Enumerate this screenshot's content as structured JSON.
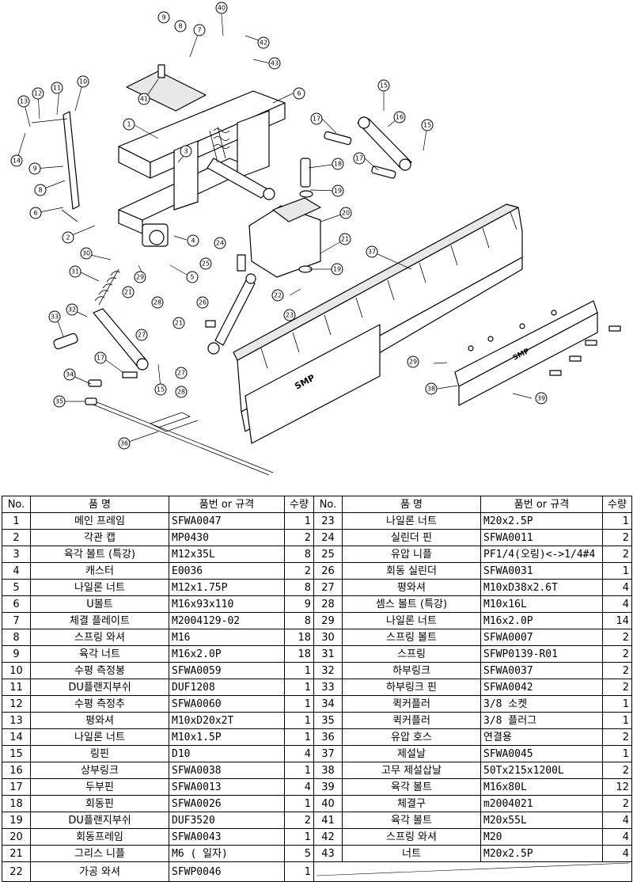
{
  "diagram": {
    "logo_text": "SMP"
  },
  "table": {
    "headers": {
      "no": "No.",
      "name": "품   명",
      "code": "품번 or 규격",
      "qty": "수량"
    },
    "rows": [
      {
        "no": "1",
        "name": "메인 프레임",
        "code": "SFWA0047",
        "qty": "1"
      },
      {
        "no": "2",
        "name": "각관 캡",
        "code": "MP0430",
        "qty": "2"
      },
      {
        "no": "3",
        "name": "육각 볼트 (특강)",
        "code": "M12x35L",
        "qty": "8"
      },
      {
        "no": "4",
        "name": "캐스터",
        "code": "E0036",
        "qty": "2"
      },
      {
        "no": "5",
        "name": "나일론 너트",
        "code": "M12x1.75P",
        "qty": "8"
      },
      {
        "no": "6",
        "name": "U볼트",
        "code": "M16x93x110",
        "qty": "9"
      },
      {
        "no": "7",
        "name": "체결 플레이트",
        "code": "M2004129-02",
        "qty": "8"
      },
      {
        "no": "8",
        "name": "스프링 와셔",
        "code": "M16",
        "qty": "18"
      },
      {
        "no": "9",
        "name": "육각 너트",
        "code": "M16x2.0P",
        "qty": "18"
      },
      {
        "no": "10",
        "name": "수평 측정봉",
        "code": "SFWA0059",
        "qty": "1"
      },
      {
        "no": "11",
        "name": "DU플랜지부쉬",
        "code": "DUF1208",
        "qty": "1"
      },
      {
        "no": "12",
        "name": "수평 측정추",
        "code": "SFWA0060",
        "qty": "1"
      },
      {
        "no": "13",
        "name": "평와셔",
        "code": "M10xD20x2T",
        "qty": "1"
      },
      {
        "no": "14",
        "name": "나일론 너트",
        "code": "M10x1.5P",
        "qty": "1"
      },
      {
        "no": "15",
        "name": "링핀",
        "code": "D10",
        "qty": "4"
      },
      {
        "no": "16",
        "name": "상부링크",
        "code": "SFWA0038",
        "qty": "1"
      },
      {
        "no": "17",
        "name": "두부핀",
        "code": "SFWA0013",
        "qty": "4"
      },
      {
        "no": "18",
        "name": "회동핀",
        "code": "SFWA0026",
        "qty": "1"
      },
      {
        "no": "19",
        "name": "DU플랜지부쉬",
        "code": "DUF3520",
        "qty": "2"
      },
      {
        "no": "20",
        "name": "회동프레임",
        "code": "SFWA0043",
        "qty": "1"
      },
      {
        "no": "21",
        "name": "그리스 니플",
        "code": "M6 ( 일자)",
        "qty": "5"
      },
      {
        "no": "22",
        "name": "가공 와셔",
        "code": "SFWP0046",
        "qty": "1"
      }
    ],
    "rows_right": [
      {
        "no": "23",
        "name": "나일론 너트",
        "code": "M20x2.5P",
        "qty": "1"
      },
      {
        "no": "24",
        "name": "실린더 핀",
        "code": "SFWA0011",
        "qty": "2"
      },
      {
        "no": "25",
        "name": "유압 니플",
        "code": "PF1/4(오링)<->1/4#4",
        "qty": "2"
      },
      {
        "no": "26",
        "name": "회동 실린더",
        "code": "SFWA0031",
        "qty": "1"
      },
      {
        "no": "27",
        "name": "평와셔",
        "code": "M10xD38x2.6T",
        "qty": "4"
      },
      {
        "no": "28",
        "name": "셈스 볼트 (특강)",
        "code": "M10x16L",
        "qty": "4"
      },
      {
        "no": "29",
        "name": "나일론 너트",
        "code": "M16x2.0P",
        "qty": "14"
      },
      {
        "no": "30",
        "name": "스프링 볼트",
        "code": "SFWA0007",
        "qty": "2"
      },
      {
        "no": "31",
        "name": "스프링",
        "code": "SFWP0139-R01",
        "qty": "2"
      },
      {
        "no": "32",
        "name": "하부링크",
        "code": "SFWA0037",
        "qty": "2"
      },
      {
        "no": "33",
        "name": "하부링크 핀",
        "code": "SFWA0042",
        "qty": "2"
      },
      {
        "no": "34",
        "name": "퀵커플러",
        "code": "3/8 소켓",
        "qty": "1"
      },
      {
        "no": "35",
        "name": "퀵커플러",
        "code": "3/8 플러그",
        "qty": "1"
      },
      {
        "no": "36",
        "name": "유압 호스",
        "code": "연결용",
        "qty": "2"
      },
      {
        "no": "37",
        "name": "제설날",
        "code": "SFWA0045",
        "qty": "1"
      },
      {
        "no": "38",
        "name": "고무 제설삽날",
        "code": "50Tx215x1200L",
        "qty": "2"
      },
      {
        "no": "39",
        "name": "육각 볼트",
        "code": "M16x80L",
        "qty": "12"
      },
      {
        "no": "40",
        "name": "체결구",
        "code": "m2004021",
        "qty": "2"
      },
      {
        "no": "41",
        "name": "육각 볼트",
        "code": "M20x55L",
        "qty": "4"
      },
      {
        "no": "42",
        "name": "스프링 와셔",
        "code": "M20",
        "qty": "4"
      },
      {
        "no": "43",
        "name": "너트",
        "code": "M20x2.5P",
        "qty": "4"
      }
    ]
  }
}
